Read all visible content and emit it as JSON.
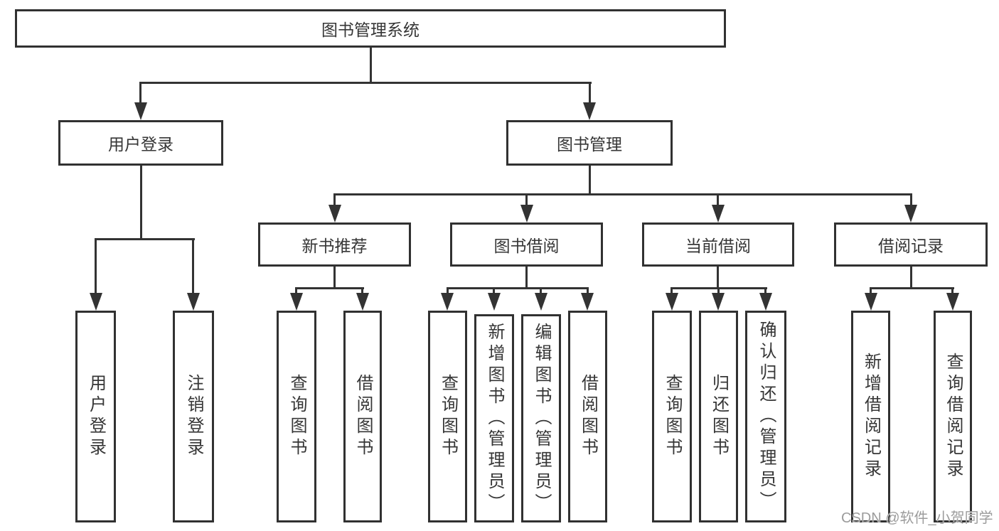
{
  "title": "图书管理系统",
  "level2": [
    "用户登录",
    "图书管理"
  ],
  "level3": [
    "新书推荐",
    "图书借阅",
    "当前借阅",
    "借阅记录"
  ],
  "level4": {
    "user_login": [
      "用户登录",
      "注销登录"
    ],
    "new_book": [
      "查询图书",
      "借阅图书"
    ],
    "book_borrow": [
      "查询图书",
      "新增图书（管理员）",
      "编辑图书（管理员）",
      "借阅图书"
    ],
    "current_borrow": [
      "查询图书",
      "归还图书",
      "确认归还（管理员）"
    ],
    "borrow_record": [
      "新增借阅记录",
      "查询借阅记录"
    ]
  },
  "watermark": "CSDN @软件_小贺同学",
  "colors": {
    "line": "#333333",
    "border": "#313131",
    "text": "#363636",
    "watermark": "#9c9c9c",
    "background": "#ffffff"
  }
}
